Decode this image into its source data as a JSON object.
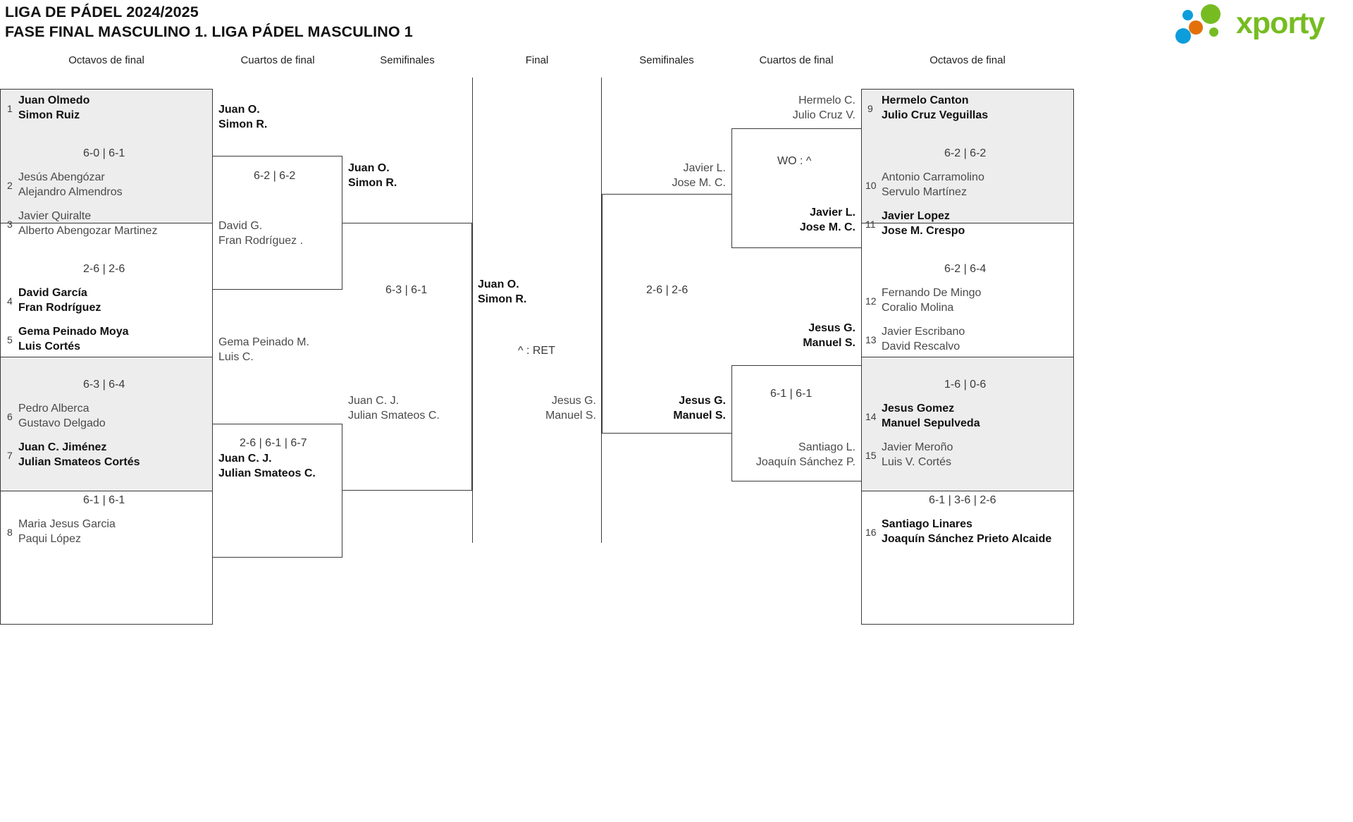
{
  "header": {
    "title_line1": "LIGA DE PÁDEL 2024/2025",
    "title_line2": "FASE FINAL MASCULINO 1. LIGA PÁDEL MASCULINO 1",
    "logo_word": "xporty",
    "logo_colors": {
      "green": "#76bc21",
      "blue": "#0d9ddb",
      "orange": "#e2710a"
    }
  },
  "round_labels": {
    "left_r16": "Octavos de final",
    "left_qf": "Cuartos de final",
    "left_sf": "Semifinales",
    "final": "Final",
    "right_sf": "Semifinales",
    "right_qf": "Cuartos de final",
    "right_r16": "Octavos de final"
  },
  "left_r16": [
    {
      "seed": "1",
      "p1": "Juan Olmedo",
      "p2": "Simon Ruiz",
      "winner": true
    },
    {
      "seed": "2",
      "p1": "Jesús Abengózar",
      "p2": "Alejandro Almendros",
      "winner": false
    },
    {
      "seed": "3",
      "p1": "Javier Quiralte",
      "p2": "Alberto Abengozar Martinez",
      "winner": false
    },
    {
      "seed": "4",
      "p1": "David García",
      "p2": "Fran Rodríguez",
      "winner": true
    },
    {
      "seed": "5",
      "p1": "Gema Peinado Moya",
      "p2": "Luis Cortés",
      "winner": true
    },
    {
      "seed": "6",
      "p1": "Pedro Alberca",
      "p2": "Gustavo Delgado",
      "winner": false
    },
    {
      "seed": "7",
      "p1": "Juan C. Jiménez",
      "p2": "Julian Smateos Cortés",
      "winner": true
    },
    {
      "seed": "8",
      "p1": "Maria Jesus Garcia",
      "p2": "Paqui López",
      "winner": false
    }
  ],
  "left_r16_scores": [
    "6-0 | 6-1",
    "2-6 | 2-6",
    "6-3 | 6-4",
    "6-1 | 6-1"
  ],
  "left_qf": [
    {
      "p1": "Juan O.",
      "p2": "Simon R.",
      "winner": true
    },
    {
      "p1": "David G.",
      "p2": "Fran Rodríguez .",
      "winner": false
    },
    {
      "p1": "Gema Peinado M.",
      "p2": "Luis C.",
      "winner": false
    },
    {
      "p1": "Juan C. J.",
      "p2": "Julian Smateos C.",
      "winner": true
    }
  ],
  "left_qf_scores": [
    "6-2 | 6-2",
    "2-6 | 6-1 | 6-7"
  ],
  "left_sf": [
    {
      "p1": "Juan O.",
      "p2": "Simon R.",
      "winner": true
    },
    {
      "p1": "Juan C. J.",
      "p2": "Julian Smateos C.",
      "winner": false
    }
  ],
  "left_sf_scores": [
    "6-3 | 6-1"
  ],
  "final": {
    "left": {
      "p1": "Juan O.",
      "p2": "Simon R.",
      "winner": true
    },
    "right": {
      "p1": "Jesus G.",
      "p2": "Manuel S.",
      "winner": false
    },
    "score": "^ : RET"
  },
  "right_sf": [
    {
      "p1": "Javier L.",
      "p2": "Jose M. C.",
      "winner": false
    },
    {
      "p1": "Jesus G.",
      "p2": "Manuel S.",
      "winner": true
    }
  ],
  "right_sf_scores": [
    "2-6 | 2-6"
  ],
  "right_qf": [
    {
      "p1": "Hermelo C.",
      "p2": "Julio Cruz V.",
      "winner": false
    },
    {
      "p1": "Javier L.",
      "p2": "Jose M. C.",
      "winner": true
    },
    {
      "p1": "Jesus G.",
      "p2": "Manuel S.",
      "winner": true
    },
    {
      "p1": "Santiago L.",
      "p2": "Joaquín Sánchez P.",
      "winner": false
    }
  ],
  "right_qf_scores": [
    "WO : ^",
    "6-1 | 6-1"
  ],
  "right_r16": [
    {
      "seed": "9",
      "p1": "Hermelo Canton",
      "p2": "Julio Cruz Veguillas",
      "winner": true
    },
    {
      "seed": "10",
      "p1": "Antonio Carramolino",
      "p2": "Servulo Martínez",
      "winner": false
    },
    {
      "seed": "11",
      "p1": "Javier Lopez",
      "p2": "Jose M. Crespo",
      "winner": true
    },
    {
      "seed": "12",
      "p1": "Fernando De Mingo",
      "p2": "Coralio Molina",
      "winner": false
    },
    {
      "seed": "13",
      "p1": "Javier Escribano",
      "p2": "David Rescalvo",
      "winner": false
    },
    {
      "seed": "14",
      "p1": "Jesus Gomez",
      "p2": "Manuel Sepulveda",
      "winner": true
    },
    {
      "seed": "15",
      "p1": "Javier Meroño",
      "p2": "Luis V. Cortés",
      "winner": false
    },
    {
      "seed": "16",
      "p1": "Santiago Linares",
      "p2": "Joaquín Sánchez Prieto Alcaide",
      "winner": true
    }
  ],
  "right_r16_scores": [
    "6-2 | 6-2",
    "6-2 | 6-4",
    "1-6 | 0-6",
    "6-1 | 3-6 | 2-6"
  ]
}
